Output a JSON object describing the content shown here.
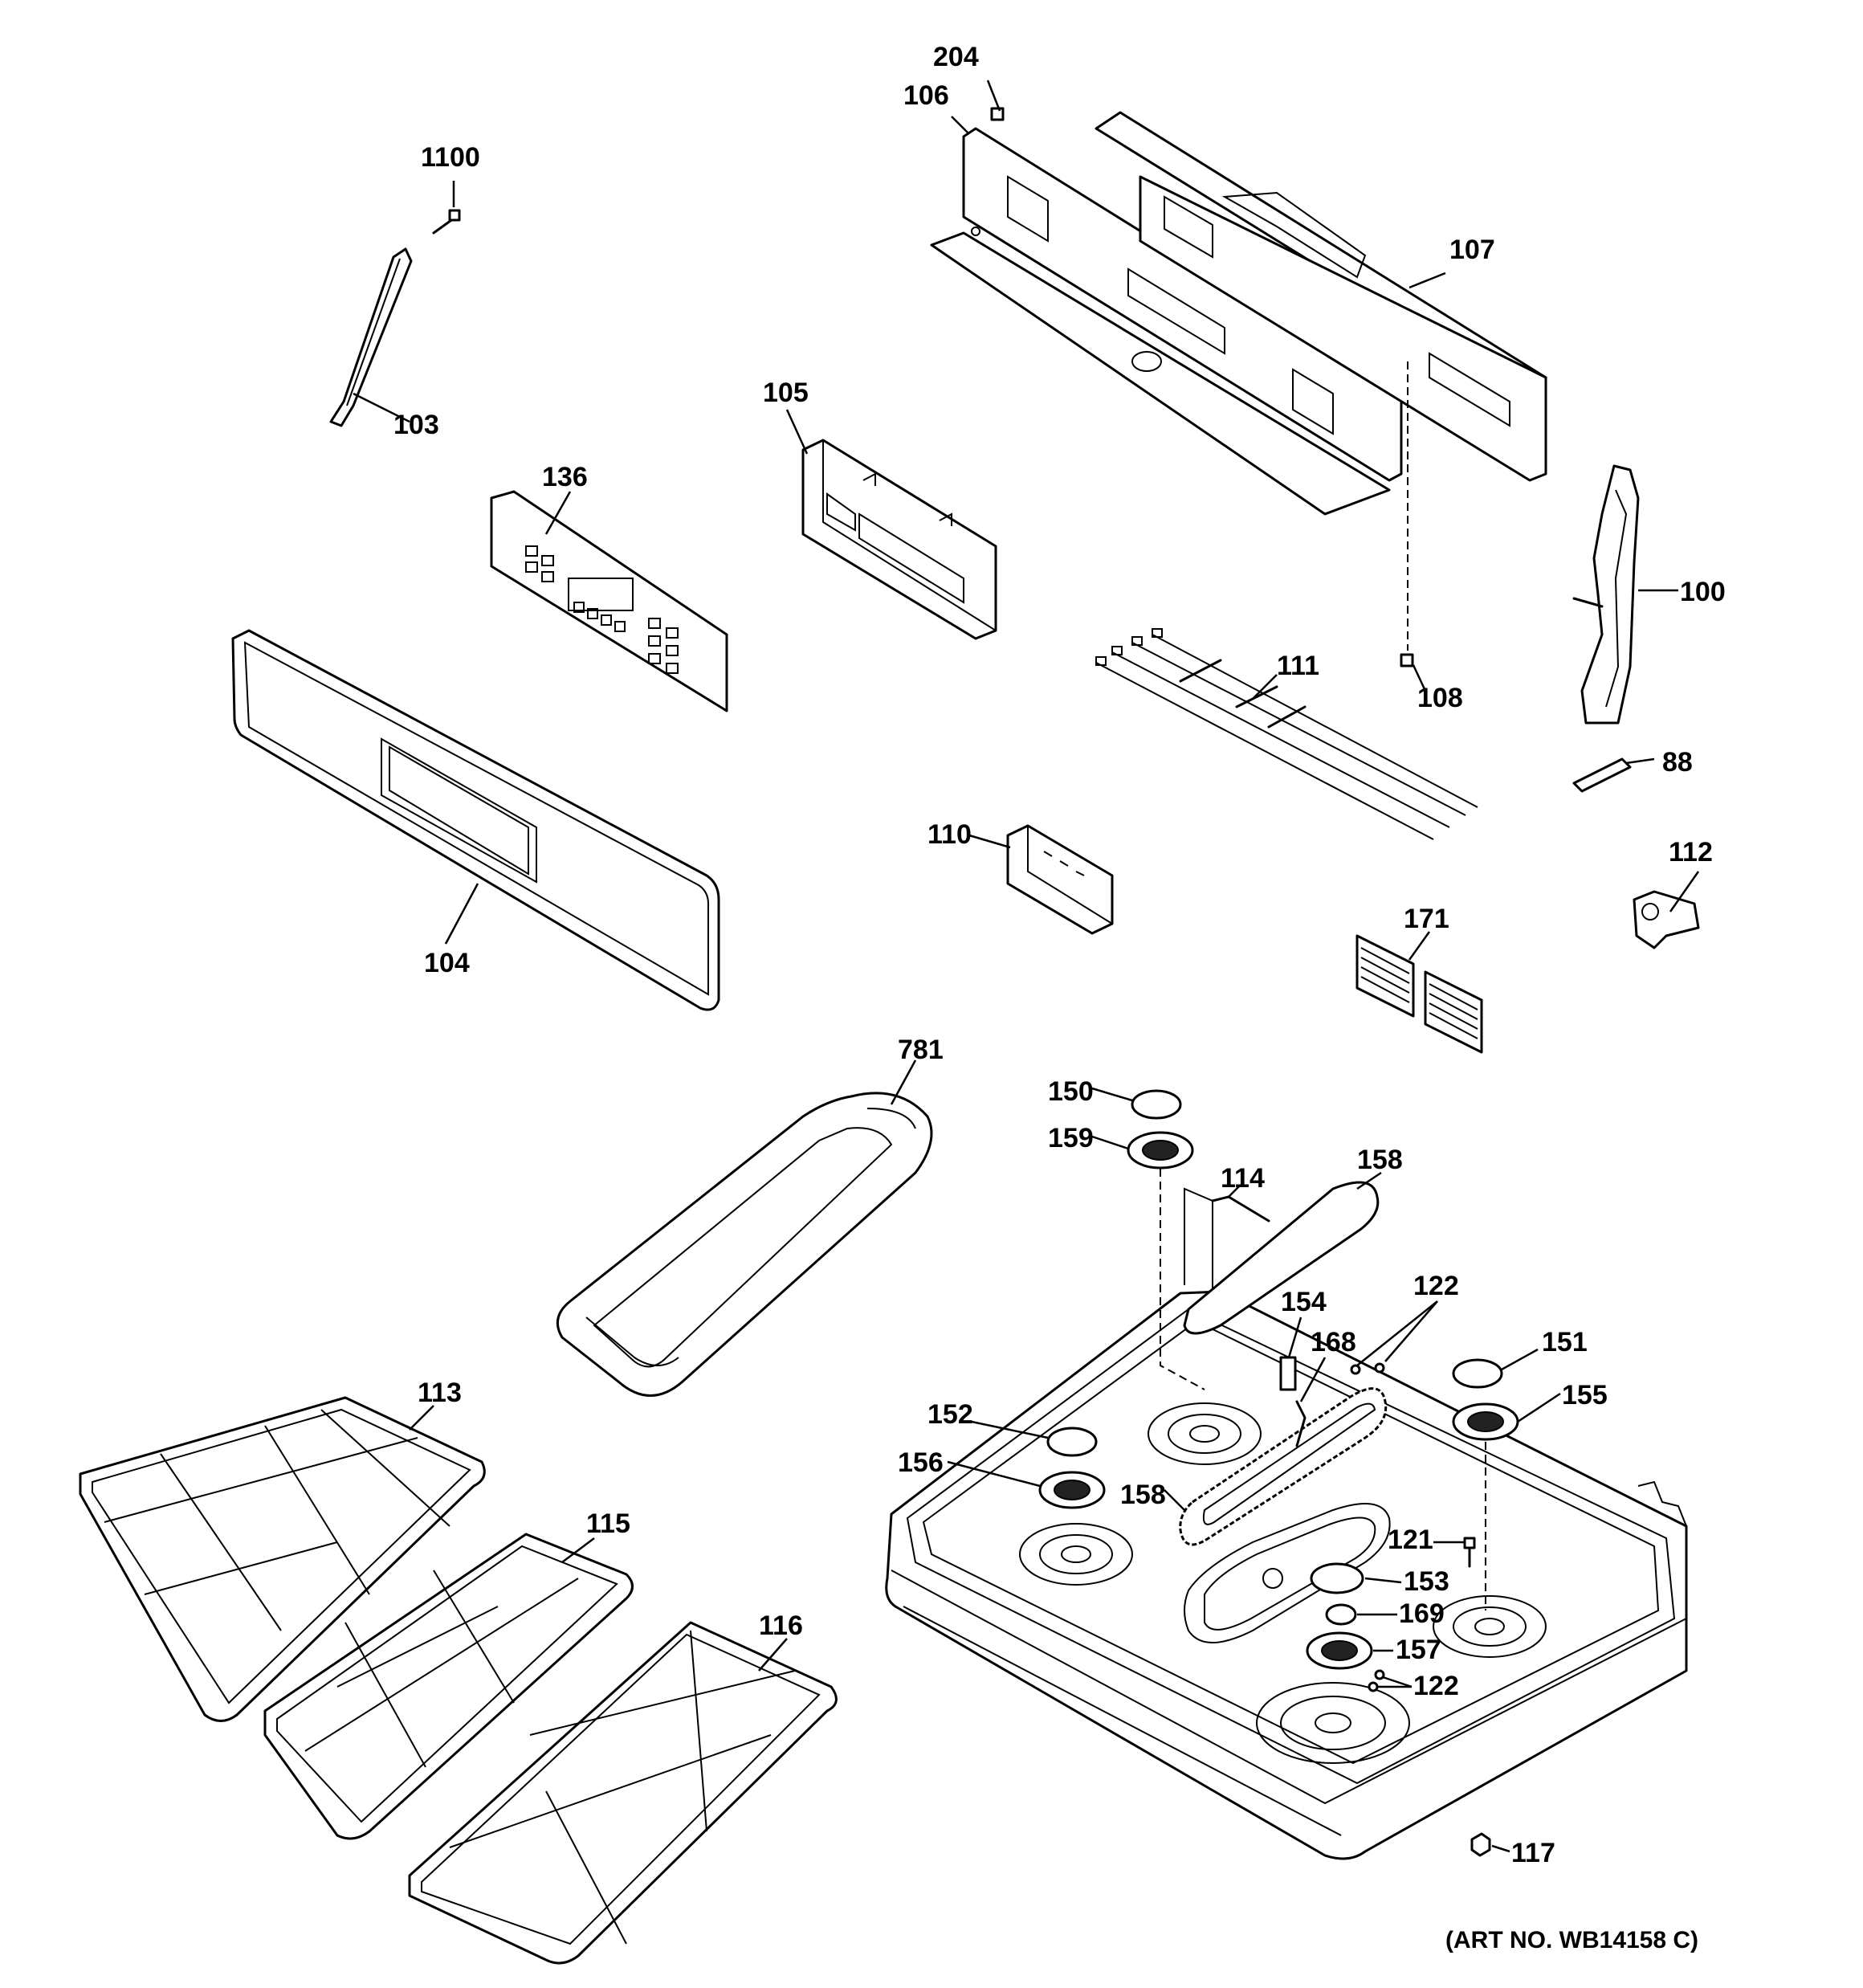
{
  "callouts": {
    "c204": "204",
    "c106": "106",
    "c1100": "1100",
    "c107": "107",
    "c105": "105",
    "c103": "103",
    "c136": "136",
    "c100": "100",
    "c111": "111",
    "c108": "108",
    "c88": "88",
    "c110": "110",
    "c112": "112",
    "c104": "104",
    "c171": "171",
    "c781": "781",
    "c150": "150",
    "c159": "159",
    "c114": "114",
    "c158a": "158",
    "c122a": "122",
    "c154": "154",
    "c168": "168",
    "c151": "151",
    "c152": "152",
    "c155": "155",
    "c113": "113",
    "c156": "156",
    "c158b": "158",
    "c115": "115",
    "c121": "121",
    "c153": "153",
    "c169": "169",
    "c157": "157",
    "c122b": "122",
    "c116": "116",
    "c117": "117"
  },
  "art_number": "(ART NO. WB14158 C)"
}
